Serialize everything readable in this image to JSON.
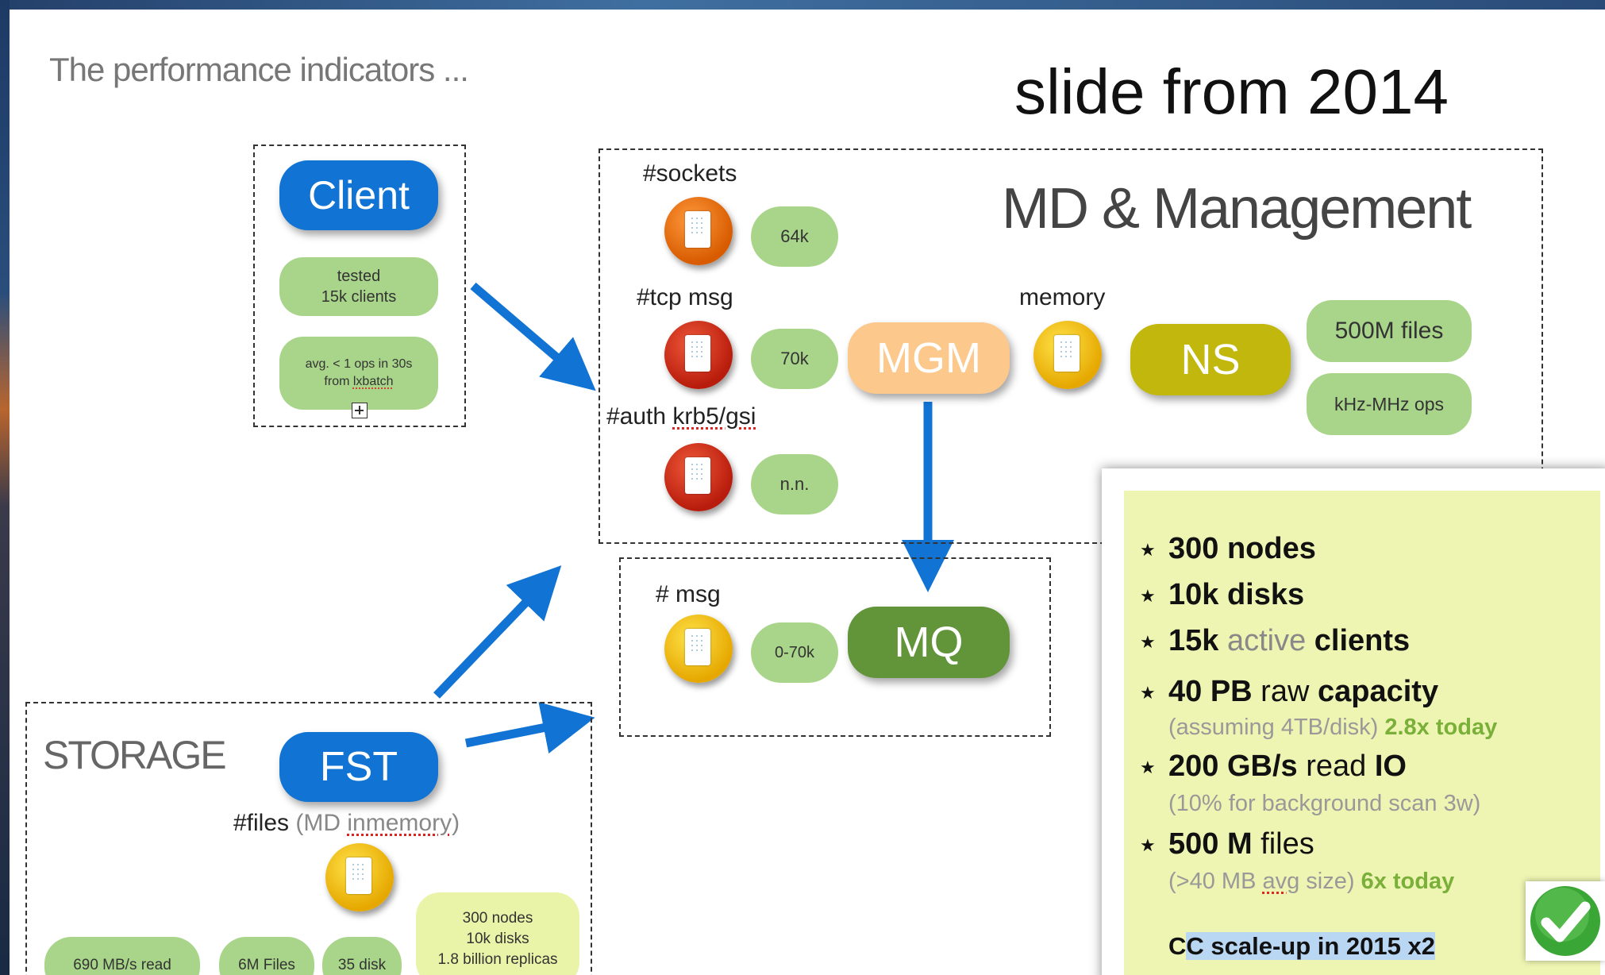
{
  "header": {
    "subtitle": "The performance indicators ...",
    "year_note": "slide from 2014"
  },
  "client_box": {
    "title": "Client",
    "tested": "tested\n15k clients",
    "avg_line1": "avg. < 1 ops in 30s",
    "avg_from": "from ",
    "avg_lxbatch": "lxbatch"
  },
  "md_box": {
    "title": "MD & Management",
    "sockets_label": "#sockets",
    "sockets_value": "64k",
    "tcp_label": "#tcp msg",
    "tcp_value": "70k",
    "mgm": "MGM",
    "memory_label": "memory",
    "ns": "NS",
    "files": "500M files",
    "ops": "kHz-MHz ops",
    "auth_label": "#auth ",
    "auth_proto": "krb5/gsi",
    "auth_value": "n.n."
  },
  "mq_box": {
    "msg_label": "# msg",
    "msg_value": "0-70k",
    "mq": "MQ"
  },
  "storage_box": {
    "title": "STORAGE",
    "fst": "FST",
    "files_label": "#files",
    "files_note_open": " (MD ",
    "files_note_inmemory": "inmemory",
    "files_note_close": ")",
    "read": "690 MB/s read",
    "files": "6M Files",
    "disk": "35 disk",
    "nodes": "300 nodes\n10k disks\n1.8 billion replicas"
  },
  "summary": {
    "items": [
      {
        "bold": "300",
        "rest": " nodes"
      },
      {
        "bold": "10k",
        "rest": " disks"
      },
      {
        "bold": "15k",
        "light": " active ",
        "bold2": "clients"
      },
      {
        "bold": "40 PB",
        "rest": " raw ",
        "bold2": "capacity"
      },
      {
        "bold": "200 GB/s",
        "rest": " read ",
        "bold2": "IO"
      },
      {
        "bold": "500 M",
        "rest": " files"
      }
    ],
    "sub1_plain": "(assuming 4TB/disk) ",
    "sub1_green": "2.8x today",
    "sub2": "(10% for background scan 3w)",
    "sub3_open": "(>40 MB ",
    "sub3_avg": "avg",
    "sub3_close": " size) ",
    "sub3_green": "6x today",
    "scale_c": "C",
    "scale_rest": "C scale-up in 2015 x2",
    "check_icon": "checkmark-icon"
  },
  "colors": {
    "arrow": "#1173d3",
    "client_blue": "#1173d3",
    "green_pill": "#a9d58a",
    "mgm": "#fdc88b",
    "ns": "#c1b70d",
    "mq": "#62953a"
  }
}
